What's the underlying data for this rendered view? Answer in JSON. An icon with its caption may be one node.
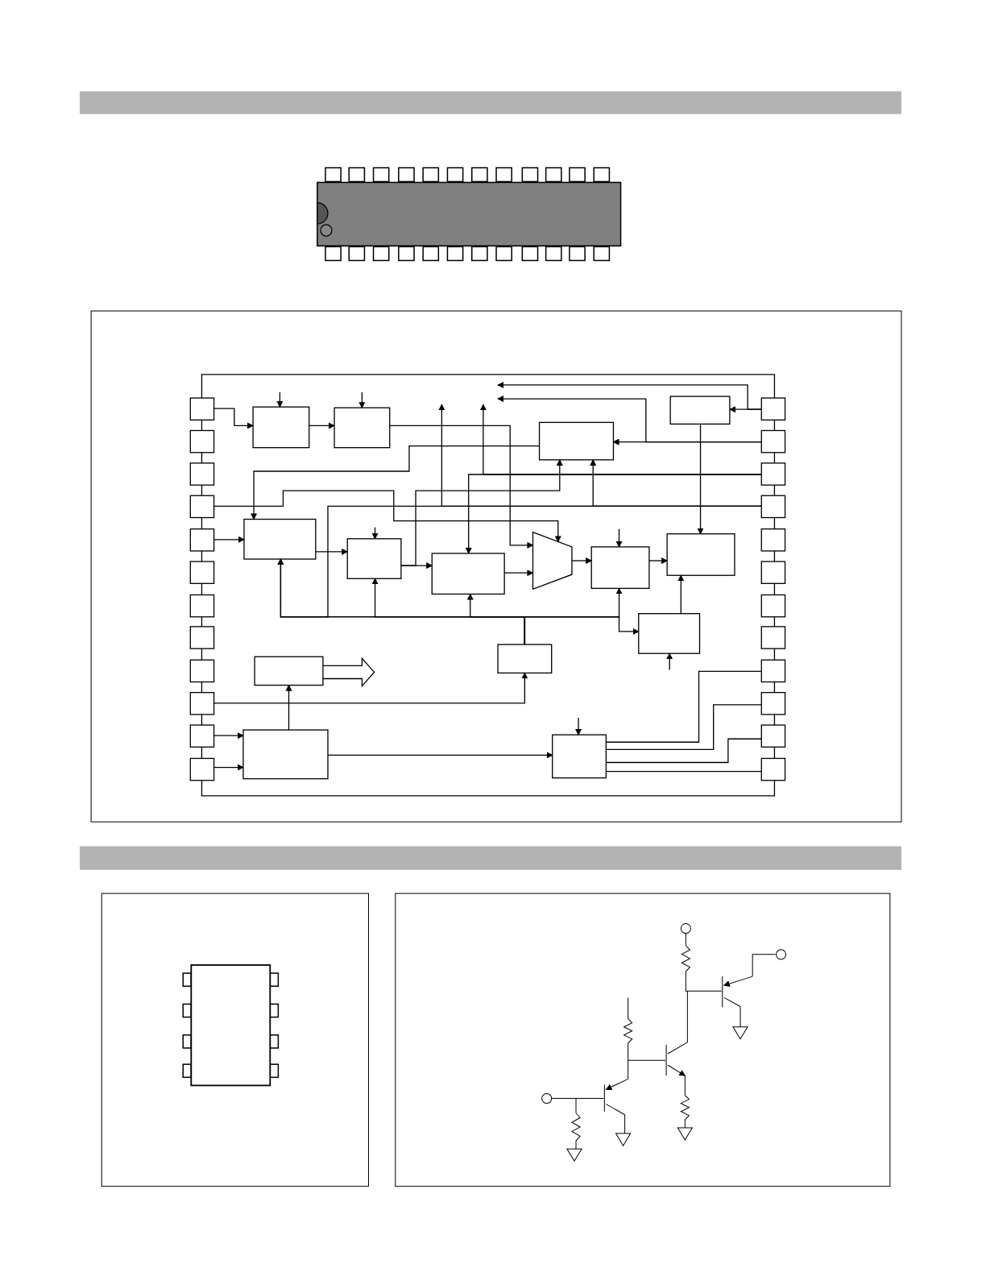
{
  "diagram": {
    "nodes": [
      {
        "text": [],
        "shape": "box"
      },
      {
        "text": [],
        "shape": "box"
      },
      {
        "text": [],
        "shape": "box"
      },
      {
        "text": [],
        "shape": "box"
      },
      {
        "text": [],
        "shape": "box"
      },
      {
        "text": [],
        "shape": "box"
      },
      {
        "text": [],
        "shape": "box"
      },
      {
        "text": [],
        "shape": "box"
      },
      {
        "text": [],
        "shape": "box"
      },
      {
        "text": [],
        "shape": "box"
      },
      {
        "text": [],
        "shape": "box"
      },
      {
        "text": [],
        "shape": "box"
      },
      {
        "text": [],
        "shape": "box"
      },
      {
        "text": [],
        "shape": "box"
      },
      {
        "text": [],
        "shape": "box"
      },
      {
        "text": [],
        "shape": "box"
      },
      {
        "text": [],
        "shape": "box"
      },
      {
        "text": [],
        "shape": "box"
      },
      {
        "text": [],
        "shape": "box"
      },
      {
        "text": [],
        "shape": "box"
      },
      {
        "text": [],
        "shape": "box"
      },
      {
        "text": [],
        "shape": "box"
      },
      {
        "text": [],
        "shape": "box"
      },
      {
        "text": [],
        "shape": "box"
      },
      {
        "text": [],
        "shape": "box"
      },
      {
        "text": [],
        "shape": "box"
      },
      {
        "text": [],
        "shape": "box"
      },
      {
        "text": [],
        "shape": "box"
      },
      {
        "text": [],
        "shape": "box"
      },
      {
        "text": [],
        "shape": "box"
      },
      {
        "text": [],
        "shape": "box"
      },
      {
        "text": [],
        "shape": "trapezoid"
      },
      {
        "text": [],
        "shape": "box"
      },
      {
        "text": [],
        "shape": "box"
      },
      {
        "text": [],
        "shape": "box"
      },
      {
        "text": [],
        "shape": "box"
      },
      {
        "text": [],
        "shape": "box"
      },
      {
        "text": [],
        "shape": "box"
      },
      {
        "text": [],
        "shape": "box"
      }
    ],
    "edges": [
      {
        "from": 0,
        "to": 24,
        "arrow": "to"
      },
      {
        "from": null,
        "to": 24,
        "arrow": "to"
      },
      {
        "from": null,
        "to": 25,
        "arrow": "to"
      },
      {
        "from": 24,
        "to": 25,
        "arrow": "to"
      },
      {
        "from": 25,
        "to": 31,
        "arrow": "to"
      },
      {
        "from": 12,
        "to": 27,
        "arrow": "to"
      },
      {
        "from": 12,
        "to": null,
        "arrow": "to"
      },
      {
        "from": 13,
        "to": null,
        "arrow": "to"
      },
      {
        "from": 13,
        "to": 26,
        "arrow": "to"
      },
      {
        "from": 27,
        "to": 33,
        "arrow": "to"
      },
      {
        "from": 26,
        "to": 28,
        "arrow": "to"
      },
      {
        "from": 14,
        "to": null,
        "arrow": "to"
      },
      {
        "from": 14,
        "to": 30,
        "arrow": "to"
      },
      {
        "from": 3,
        "to": 31,
        "arrow": "to"
      },
      {
        "from": 15,
        "to": null,
        "arrow": "to"
      },
      {
        "from": 15,
        "to": 26,
        "arrow": "to"
      },
      {
        "from": 4,
        "to": 28,
        "arrow": "to"
      },
      {
        "from": 28,
        "to": 29,
        "arrow": "to"
      },
      {
        "from": null,
        "to": 29,
        "arrow": "to"
      },
      {
        "from": 29,
        "to": 30,
        "arrow": "to"
      },
      {
        "from": 29,
        "to": 26,
        "arrow": "to"
      },
      {
        "from": 30,
        "to": 31,
        "arrow": "to"
      },
      {
        "from": 31,
        "to": 32,
        "arrow": "to"
      },
      {
        "from": null,
        "to": 32,
        "arrow": "to"
      },
      {
        "from": 32,
        "to": 33,
        "arrow": "to"
      },
      {
        "from": 35,
        "to": 28,
        "arrow": "to"
      },
      {
        "from": 35,
        "to": 29,
        "arrow": "to"
      },
      {
        "from": 35,
        "to": 30,
        "arrow": "to"
      },
      {
        "from": 35,
        "to": 32,
        "arrow": "to"
      },
      {
        "from": 35,
        "to": 34,
        "arrow": "to"
      },
      {
        "from": 34,
        "to": 33,
        "arrow": "to"
      },
      {
        "from": null,
        "to": 34,
        "arrow": "to"
      },
      {
        "from": 9,
        "to": 35,
        "arrow": "to"
      },
      {
        "from": 10,
        "to": 37,
        "arrow": "to"
      },
      {
        "from": 11,
        "to": 37,
        "arrow": "to"
      },
      {
        "from": 37,
        "to": 36,
        "arrow": "to"
      },
      {
        "from": 36,
        "to": null,
        "arrow": "to",
        "style": "thick"
      },
      {
        "from": 37,
        "to": 38,
        "arrow": "to"
      },
      {
        "from": null,
        "to": 38,
        "arrow": "to"
      },
      {
        "from": 38,
        "to": 20,
        "arrow": "none"
      },
      {
        "from": 38,
        "to": 21,
        "arrow": "none"
      },
      {
        "from": 38,
        "to": 22,
        "arrow": "none"
      },
      {
        "from": 38,
        "to": 23,
        "arrow": "none"
      },
      {
        "from": 15,
        "to": 28,
        "arrow": "to"
      }
    ]
  }
}
